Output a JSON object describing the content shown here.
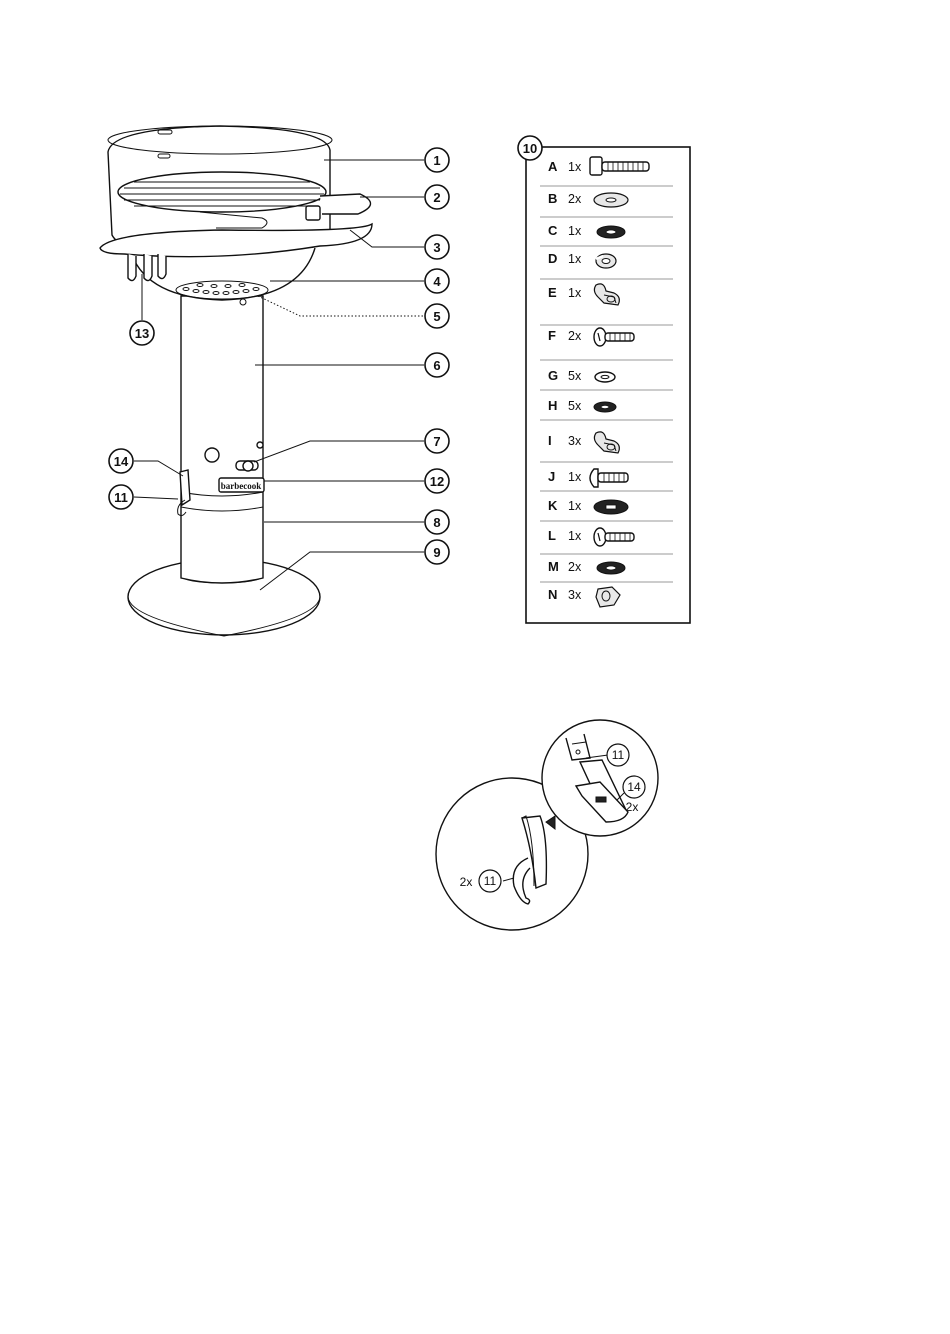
{
  "callouts": {
    "c1": "1",
    "c2": "2",
    "c3": "3",
    "c4": "4",
    "c5": "5",
    "c6": "6",
    "c7": "7",
    "c8": "8",
    "c9": "9",
    "c10": "10",
    "c11": "11",
    "c12": "12",
    "c13": "13",
    "c14": "14"
  },
  "brand_label": "barbecook",
  "parts": [
    {
      "letter": "A",
      "qty": "1x",
      "icon": "hex-bolt-icon"
    },
    {
      "letter": "B",
      "qty": "2x",
      "icon": "flat-washer-icon"
    },
    {
      "letter": "C",
      "qty": "1x",
      "icon": "rubber-washer-icon"
    },
    {
      "letter": "D",
      "qty": "1x",
      "icon": "spring-washer-icon"
    },
    {
      "letter": "E",
      "qty": "1x",
      "icon": "wing-nut-icon"
    },
    {
      "letter": "F",
      "qty": "2x",
      "icon": "pan-head-screw-icon"
    },
    {
      "letter": "G",
      "qty": "5x",
      "icon": "small-washer-icon"
    },
    {
      "letter": "H",
      "qty": "5x",
      "icon": "small-rubber-washer-icon"
    },
    {
      "letter": "I",
      "qty": "3x",
      "icon": "wing-nut-icon"
    },
    {
      "letter": "J",
      "qty": "1x",
      "icon": "carriage-bolt-icon"
    },
    {
      "letter": "K",
      "qty": "1x",
      "icon": "square-hole-washer-icon"
    },
    {
      "letter": "L",
      "qty": "1x",
      "icon": "pan-head-screw-icon"
    },
    {
      "letter": "M",
      "qty": "2x",
      "icon": "rubber-washer-icon"
    },
    {
      "letter": "N",
      "qty": "3x",
      "icon": "cap-nut-icon"
    }
  ],
  "detail": {
    "hook_qty": "2x",
    "hook_num": "11",
    "inset_hook_num": "11",
    "inset_clip_num": "14",
    "inset_clip_qty": "2x"
  }
}
